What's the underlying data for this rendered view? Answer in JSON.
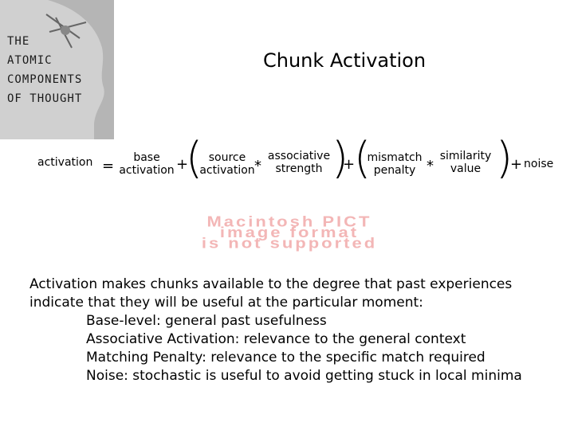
{
  "logo": {
    "lines": [
      "THE",
      "ATOMIC",
      "COMPONENTS",
      "OF THOUGHT"
    ]
  },
  "title": "Chunk Activation",
  "equation": {
    "lhs": "activation",
    "equals": "=",
    "base_1": "base",
    "base_2": "activation",
    "plus": "+",
    "source_1": "source",
    "source_2": "activation",
    "times": "*",
    "assoc_1": "associative",
    "assoc_2": "strength",
    "mismatch_1": "mismatch",
    "mismatch_2": "penalty",
    "sim_1": "similarity",
    "sim_2": "value",
    "noise": "noise"
  },
  "pict": [
    "Macintosh PICT",
    "image format",
    "is not supported"
  ],
  "body": {
    "intro_1": "Activation makes chunks available to the degree that  past experiences",
    "intro_2": "indicate that they will be useful at the particular moment:",
    "items": [
      "Base-level: general past usefulness",
      "Associative Activation: relevance to the general context",
      "Matching Penalty: relevance to the specific match required",
      "Noise: stochastic is useful to avoid getting stuck in local minima"
    ]
  }
}
